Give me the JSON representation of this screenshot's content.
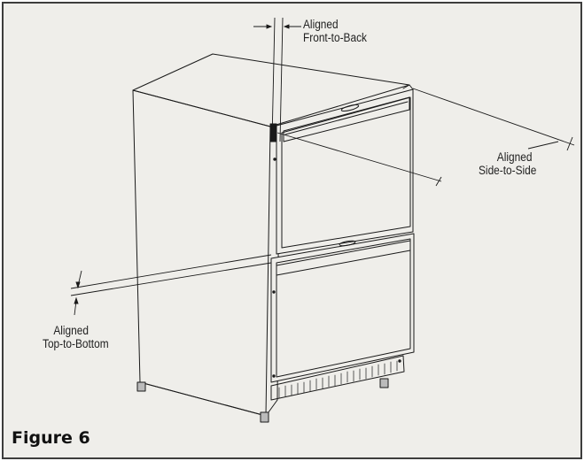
{
  "labels": {
    "front_to_back": [
      "Aligned",
      "Front-to-Back"
    ],
    "side_to_side": [
      "Aligned",
      "Side-to-Side"
    ],
    "top_to_bottom": [
      "Aligned",
      "Top-to-Bottom"
    ]
  },
  "figure_caption": "Figure 6",
  "colors": {
    "panel_background": "#efeeea",
    "border": "#3d3d3d",
    "line": "#1a1a1a"
  }
}
